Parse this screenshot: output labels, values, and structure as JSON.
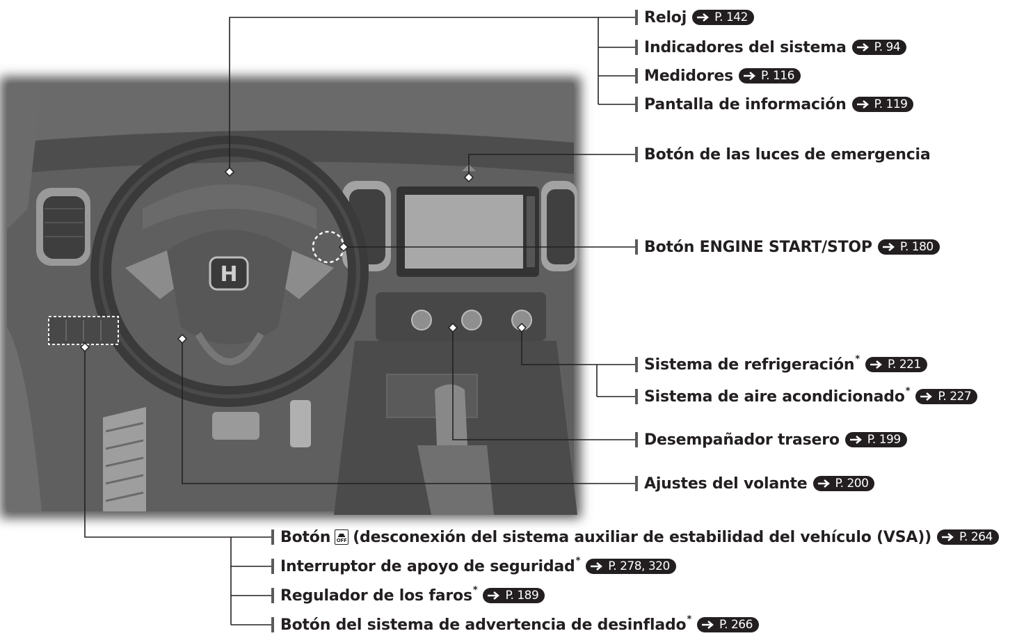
{
  "labels": {
    "reloj": {
      "text": "Reloj",
      "ref": "P. 142"
    },
    "indicadores": {
      "text": "Indicadores del sistema",
      "ref": "P. 94"
    },
    "medidores": {
      "text": "Medidores",
      "ref": "P. 116"
    },
    "pantalla": {
      "text": "Pantalla de información",
      "ref": "P. 119"
    },
    "emergencia": {
      "text": "Botón de las luces de emergencia"
    },
    "engine": {
      "text": "Botón ENGINE START/STOP",
      "ref": "P. 180"
    },
    "refrigeracion": {
      "text": "Sistema de refrigeración",
      "star": "*",
      "ref": "P. 221"
    },
    "aire": {
      "text": "Sistema de aire acondicionado",
      "star": "*",
      "ref": "P. 227"
    },
    "desempanador": {
      "text": "Desempañador trasero",
      "ref": "P. 199"
    },
    "volante": {
      "text": "Ajustes del volante",
      "ref": "P. 200"
    },
    "vsa": {
      "text_before": "Botón",
      "icon_text": "OFF",
      "text_after": "(desconexión del sistema auxiliar de estabilidad del vehículo (VSA))",
      "ref": "P. 264"
    },
    "interruptor": {
      "text": "Interruptor de apoyo de seguridad",
      "star": "*",
      "ref": "P. 278, 320"
    },
    "regulador": {
      "text": "Regulador de los faros",
      "star": "*",
      "ref": "P. 189"
    },
    "desinflado": {
      "text": "Botón del sistema de advertencia de desinflado",
      "star": "*",
      "ref": "P. 266"
    }
  },
  "colors": {
    "text": "#231f20",
    "leader": "#231f20",
    "pill_bg": "#231f20",
    "photo_base": "#5f5f5f"
  }
}
